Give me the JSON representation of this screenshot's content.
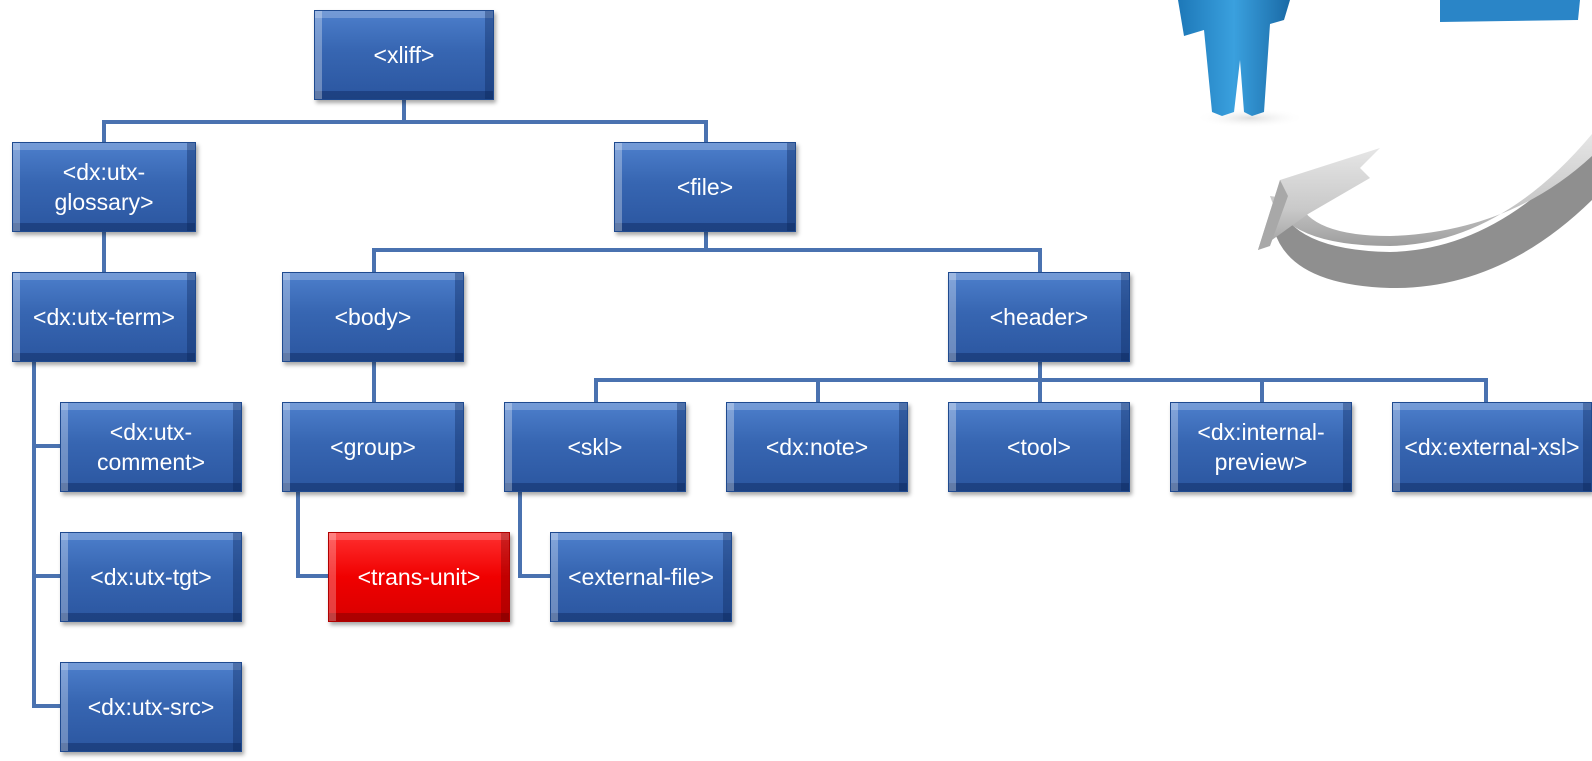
{
  "diagram": {
    "nodes": {
      "xliff": "<xliff>",
      "utx_glossary": "<dx:utx-glossary>",
      "file": "<file>",
      "utx_term": "<dx:utx-term>",
      "body": "<body>",
      "header": "<header>",
      "utx_comment": "<dx:utx-comment>",
      "group": "<group>",
      "skl": "<skl>",
      "note": "<dx:note>",
      "tool": "<tool>",
      "internal_preview": "<dx:internal-preview>",
      "external_xsl": "<dx:external-xsl>",
      "utx_tgt": "<dx:utx-tgt>",
      "trans_unit": "<trans-unit>",
      "external_file": "<external-file>",
      "utx_src": "<dx:utx-src>"
    }
  },
  "colors": {
    "node": "#3766b2",
    "highlight_node": "#f00000",
    "connector": "#4a72b0",
    "text": "#ffffff"
  },
  "clipart": {
    "figure_icon": "person-figure-icon",
    "arrow_icon": "curved-arrow-icon"
  }
}
